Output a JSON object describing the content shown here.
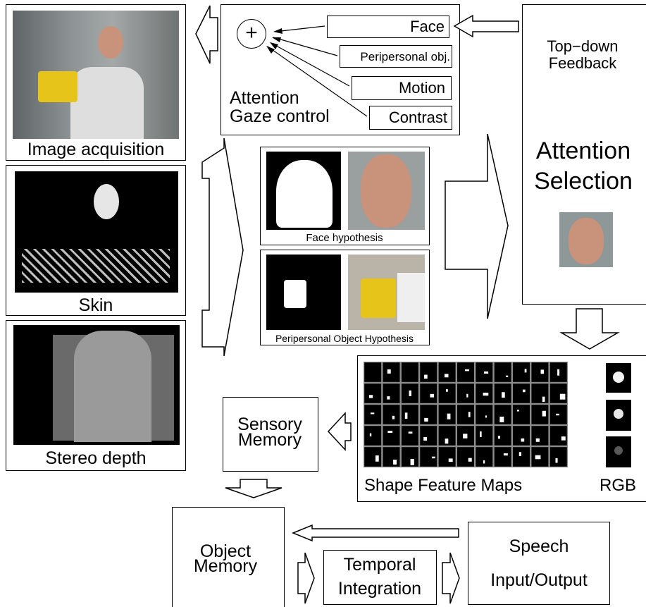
{
  "image_acquisition": {
    "label": "Image acquisition"
  },
  "skin": {
    "label": "Skin"
  },
  "stereo_depth": {
    "label": "Stereo depth"
  },
  "attention": {
    "plus_symbol": "+",
    "title_line1": "Attention",
    "title_line2": "Gaze control",
    "cues": [
      "Face",
      "Peripersonal obj.",
      "Motion",
      "Contrast"
    ]
  },
  "top_down": {
    "feedback_line1": "Top−down",
    "feedback_line2": "Feedback",
    "selection_line1": "Attention",
    "selection_line2": "Selection"
  },
  "hypotheses": {
    "face_caption": "Face hypothesis",
    "object_caption": "Peripersonal Object Hypothesis"
  },
  "features": {
    "shape_label": "Shape Feature Maps",
    "rgb_label": "RGB"
  },
  "sensory_memory": {
    "line1": "Sensory",
    "line2": "Memory"
  },
  "object_memory": {
    "line1": "Object",
    "line2": "Memory"
  },
  "temporal": {
    "line1": "Temporal",
    "line2": "Integration"
  },
  "speech": {
    "line1": "Speech",
    "line2": "Input/Output"
  },
  "colors": {
    "face_tone": "#c9927a",
    "mug_yellow": "#e6c419",
    "office_gray": "#8d9192",
    "depth_gray": "#9a9a9a"
  }
}
